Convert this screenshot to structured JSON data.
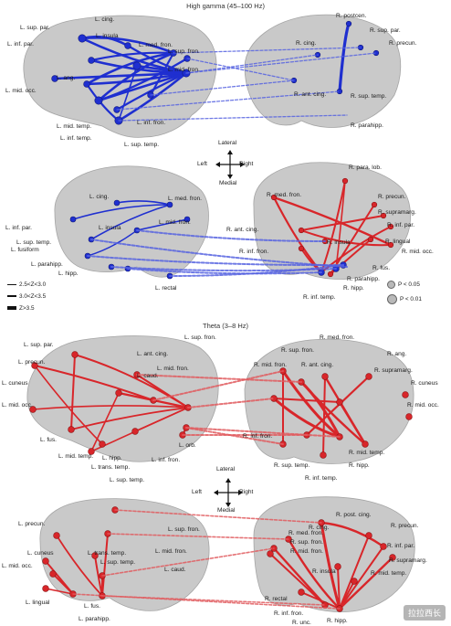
{
  "panels": {
    "gamma_title": "High gamma (45–100 Hz)",
    "theta_title": "Theta (3–8 Hz)"
  },
  "colors": {
    "gamma": "#1f2fd0",
    "theta": "#d8262a",
    "brain": "#c9c9c9"
  },
  "compass": {
    "lateral": "Lateral",
    "medial": "Medial",
    "left": "Left",
    "right": "Right"
  },
  "legend": {
    "z1": "2.5<Z<3.0",
    "z2": "3.0<Z<3.5",
    "z3": "Z>3.5",
    "p1": "P < 0.05",
    "p2": "P < 0.01"
  },
  "labels": {
    "gamma_left_lateral": [
      "L. sup. par.",
      "L. cing.",
      "L. inf. par.",
      "L. insula",
      "L. med. fron.",
      "L. sup. fron.",
      "L. mid. fron.",
      "L. ang.",
      "L. mid. occ.",
      "L. mid. temp.",
      "L. inf. fron.",
      "L. inf. temp.",
      "L. sup. temp."
    ],
    "gamma_right_lateral": [
      "R. postcen.",
      "R. sup. par.",
      "R. cing.",
      "R. precun.",
      "R. ant. cing.",
      "R. sup. temp.",
      "R. parahipp."
    ],
    "gamma_left_medial": [
      "L. cing.",
      "L. med. fron.",
      "L. inf. par.",
      "L. insula",
      "L. mid. fron.",
      "L. sup. temp.",
      "L. fusiform",
      "L. parahipp.",
      "L. hipp.",
      "L. rectal"
    ],
    "gamma_right_medial": [
      "R. para. lob.",
      "R. med. fron.",
      "R. precun.",
      "R. supramarg.",
      "R. inf. par.",
      "R. ant. cing.",
      "R. lingual",
      "R. insula",
      "R. inf. fron.",
      "R. mid. occ.",
      "R. fus.",
      "R. parahipp.",
      "R. hipp.",
      "R. inf. temp."
    ],
    "theta_left_lateral": [
      "L. sup. fron.",
      "L. sup. par.",
      "L. ant. cing.",
      "L. precun.",
      "L. mid. fron.",
      "L. caud.",
      "L. cuneus",
      "L. mid. occ.",
      "L. fus.",
      "L. orb.",
      "L. mid. temp.",
      "L. hipp.",
      "L. trans. temp.",
      "L. inf. fron.",
      "L. sup. temp."
    ],
    "theta_right_lateral": [
      "R. med. fron.",
      "R. sup. fron.",
      "R. ang.",
      "R. ant. cing.",
      "R. supramarg.",
      "R. mid. fron.",
      "R. cuneus",
      "R. mid. occ.",
      "R. inf. fron.",
      "R. mid. temp.",
      "R. sup. temp.",
      "R. hipp.",
      "R. inf. temp."
    ],
    "theta_left_medial": [
      "L. precun.",
      "L. sup. fron.",
      "L. cuneus",
      "L. trans. temp.",
      "L. mid. fron.",
      "L. sup. temp.",
      "L. mid. occ.",
      "L. caud.",
      "L. lingual",
      "L. fus.",
      "L. parahipp."
    ],
    "theta_right_medial": [
      "R. post. cing.",
      "R. med. fron.",
      "R. cing.",
      "R. precun.",
      "R. sup. fron.",
      "R. mid. fron.",
      "R. inf. par.",
      "R. supramarg.",
      "R. insula",
      "R. mid. temp.",
      "R. rectal",
      "R. inf. fron.",
      "R. unc.",
      "R. hipp."
    ]
  },
  "watermark": "拉拉西长"
}
